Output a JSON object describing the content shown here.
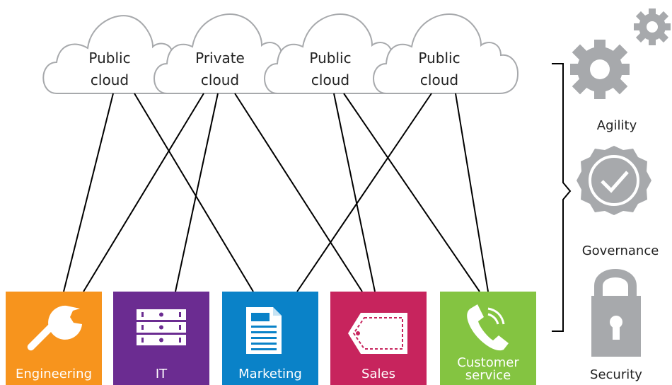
{
  "clouds": [
    {
      "line1": "Public",
      "line2": "cloud"
    },
    {
      "line1": "Private",
      "line2": "cloud"
    },
    {
      "line1": "Public",
      "line2": "cloud"
    },
    {
      "line1": "Public",
      "line2": "cloud"
    }
  ],
  "departments": [
    {
      "label": "Engineering",
      "color": "#f7941d",
      "icon": "wrench-icon"
    },
    {
      "label": "IT",
      "color": "#6b2c91",
      "icon": "server-rack-icon"
    },
    {
      "label": "Marketing",
      "color": "#0a82c8",
      "icon": "document-icon"
    },
    {
      "label": "Sales",
      "color": "#c7245d",
      "icon": "price-tag-icon"
    },
    {
      "label": "Customer service",
      "line1": "Customer",
      "line2": "service",
      "color": "#84c441",
      "icon": "phone-icon"
    }
  ],
  "benefits": [
    {
      "label": "Agility",
      "icon": "gears-icon"
    },
    {
      "label": "Governance",
      "icon": "checkmark-badge-icon"
    },
    {
      "label": "Security",
      "icon": "padlock-icon"
    }
  ],
  "connections": [
    {
      "from": "cloud-1",
      "to": "Engineering"
    },
    {
      "from": "cloud-1",
      "to": "Marketing"
    },
    {
      "from": "cloud-2",
      "to": "Engineering"
    },
    {
      "from": "cloud-2",
      "to": "IT"
    },
    {
      "from": "cloud-2",
      "to": "Sales"
    },
    {
      "from": "cloud-3",
      "to": "Sales"
    },
    {
      "from": "cloud-3",
      "to": "Customer service"
    },
    {
      "from": "cloud-4",
      "to": "Marketing"
    },
    {
      "from": "cloud-4",
      "to": "Customer service"
    }
  ],
  "colors": {
    "cloud_outline": "#a7a9ac",
    "icon_gray": "#a7a9ac",
    "line": "#000000"
  }
}
